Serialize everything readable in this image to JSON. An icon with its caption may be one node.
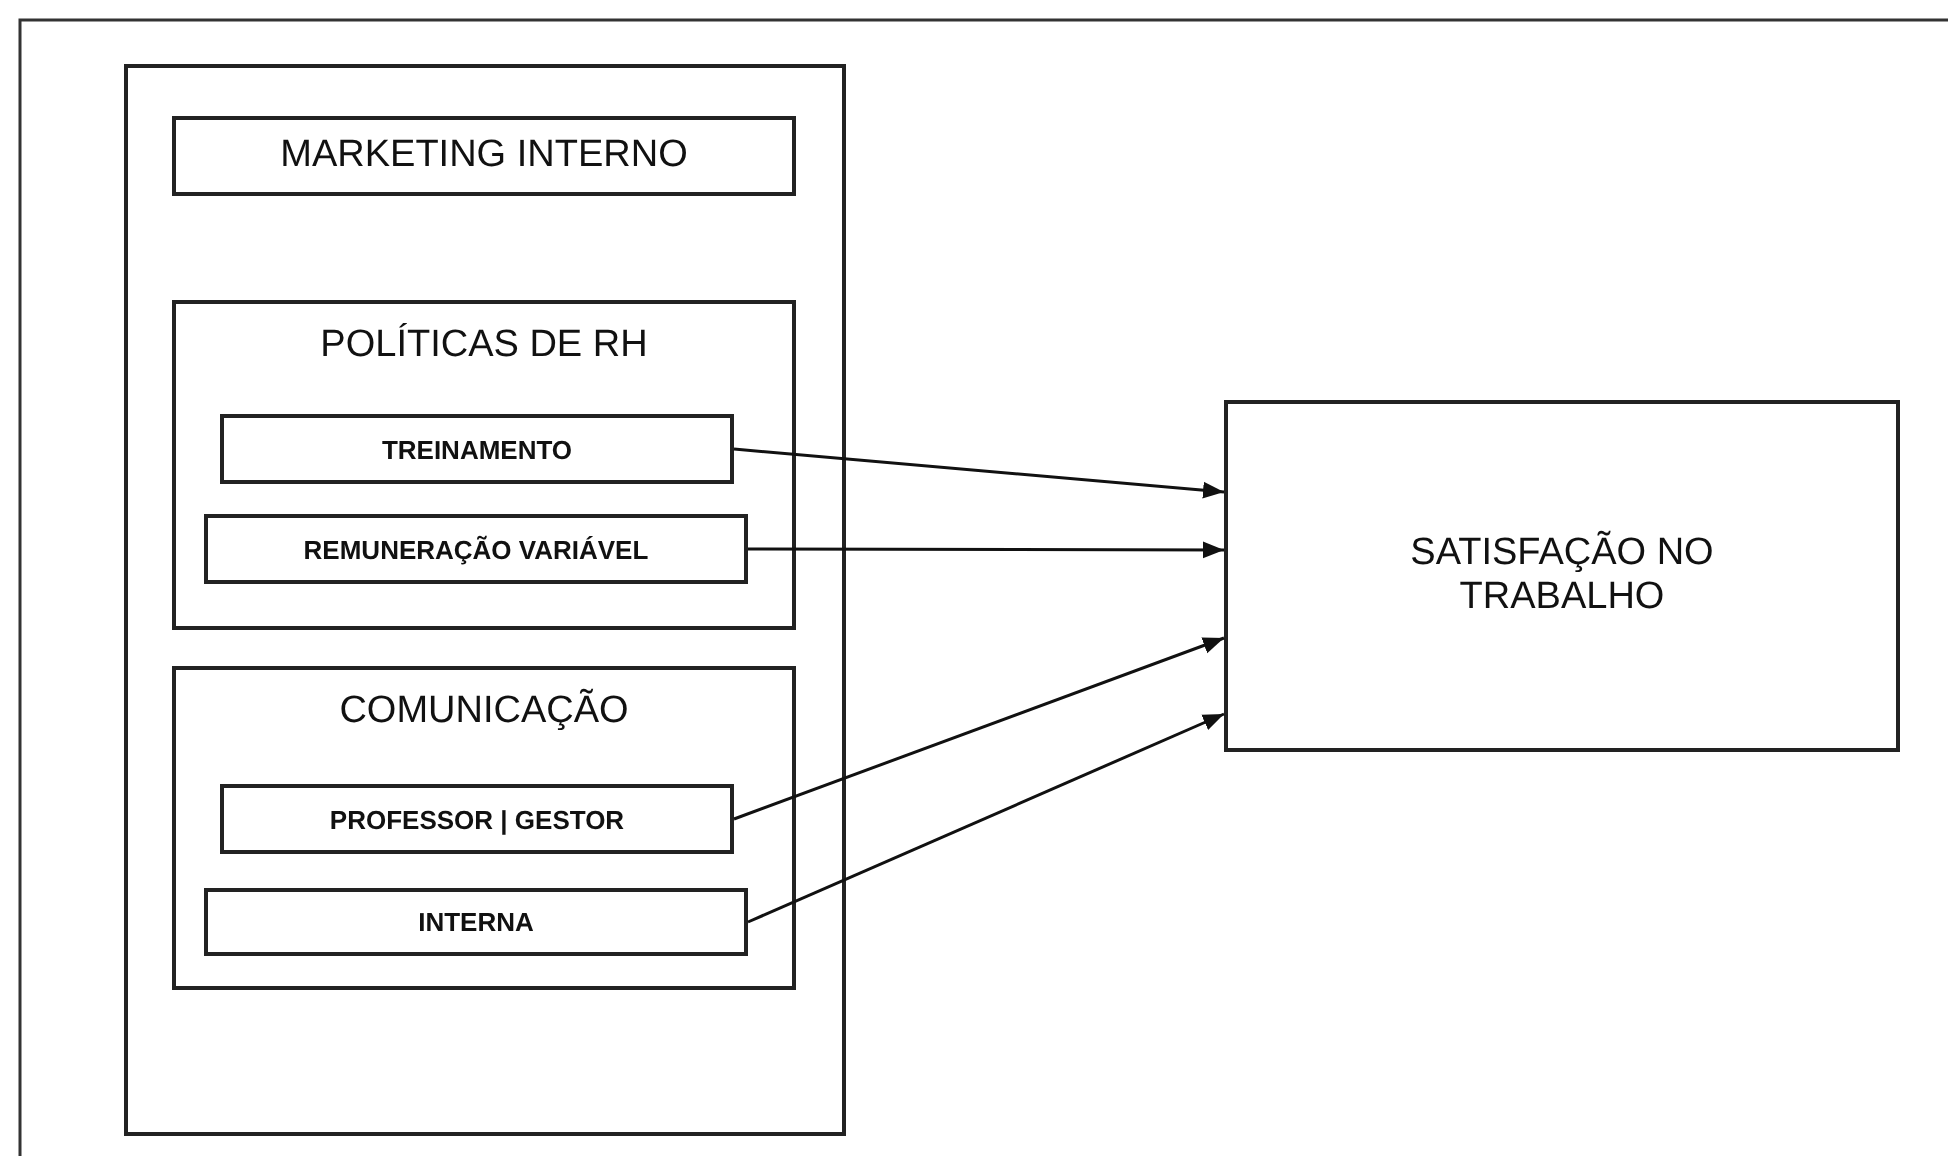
{
  "diagram": {
    "nodes": [
      {
        "text": [],
        "shape": "box"
      },
      {
        "text": [
          "MARKETING INTERNO"
        ],
        "in": 0
      },
      {
        "text": [
          "POLÍTICAS DE RH"
        ],
        "in": 0
      },
      {
        "text": [
          "TREINAMENTO"
        ],
        "in": 2
      },
      {
        "text": [
          "REMUNERAÇÃO VARIÁVEL"
        ],
        "in": 2
      },
      {
        "text": [
          "COMUNICAÇÃO"
        ],
        "in": 0
      },
      {
        "text": [
          "PROFESSOR | GESTOR"
        ],
        "in": 5
      },
      {
        "text": [
          "INTERNA"
        ],
        "in": 5
      },
      {
        "text": [
          "SATISFAÇÃO NO TRABALHO"
        ]
      }
    ],
    "edges": [
      {
        "from": 3,
        "to": 8,
        "arrow": "to"
      },
      {
        "from": 4,
        "to": 8,
        "arrow": "to"
      },
      {
        "from": 6,
        "to": 8,
        "arrow": "to"
      },
      {
        "from": 7,
        "to": 8,
        "arrow": "to"
      }
    ]
  }
}
